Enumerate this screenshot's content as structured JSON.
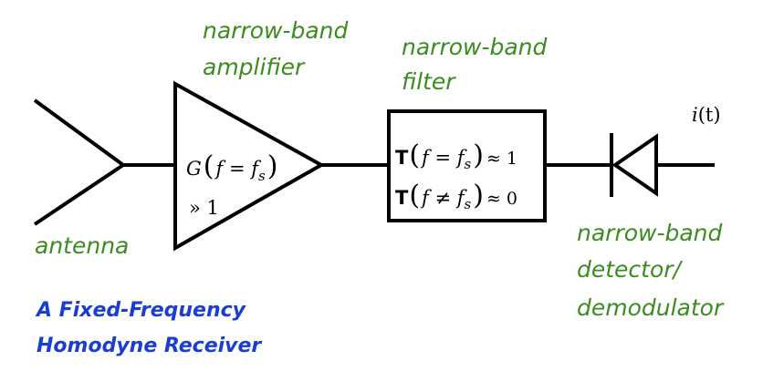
{
  "title": {
    "line1": "A Fixed-Frequency",
    "line2": "Homodyne Receiver"
  },
  "labels": {
    "antenna": "antenna",
    "amplifier_line1": "narrow-band",
    "amplifier_line2": "amplifier",
    "filter_line1": "narrow-band",
    "filter_line2": "filter",
    "detector_line1": "narrow-band",
    "detector_line2": "detector/",
    "detector_line3": "demodulator"
  },
  "amplifier": {
    "gain_symbol": "G",
    "gain_arg": "f = f",
    "gain_sub": "s",
    "gain_value": "» 1"
  },
  "filter": {
    "symbol": "T",
    "pass_arg": "f = f",
    "pass_sub": "s",
    "pass_value": "≈ 1",
    "stop_arg": "f ≠ f",
    "stop_sub": "s",
    "stop_value": "≈ 0"
  },
  "output": {
    "symbol": "i",
    "arg": "(t)"
  },
  "colors": {
    "label_green": "#3c8c1f",
    "title_blue": "#1a3fd0",
    "lines": "#000000"
  }
}
